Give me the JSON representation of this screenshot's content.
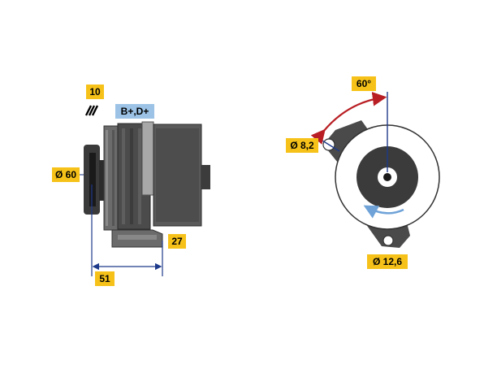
{
  "labels": {
    "ten": "10",
    "terminals": "B+,D+",
    "diameter_pulley": "Ø 60",
    "length_27": "27",
    "length_51": "51",
    "angle_60": "60°",
    "diameter_8_2": "Ø 8,2",
    "diameter_12_6": "Ø 12,6"
  },
  "colors": {
    "yellow_label": "#f6c21a",
    "blue_label": "#9cc3e6",
    "dimension_blue": "#1e3a8a",
    "arrow_red": "#b81e23"
  }
}
